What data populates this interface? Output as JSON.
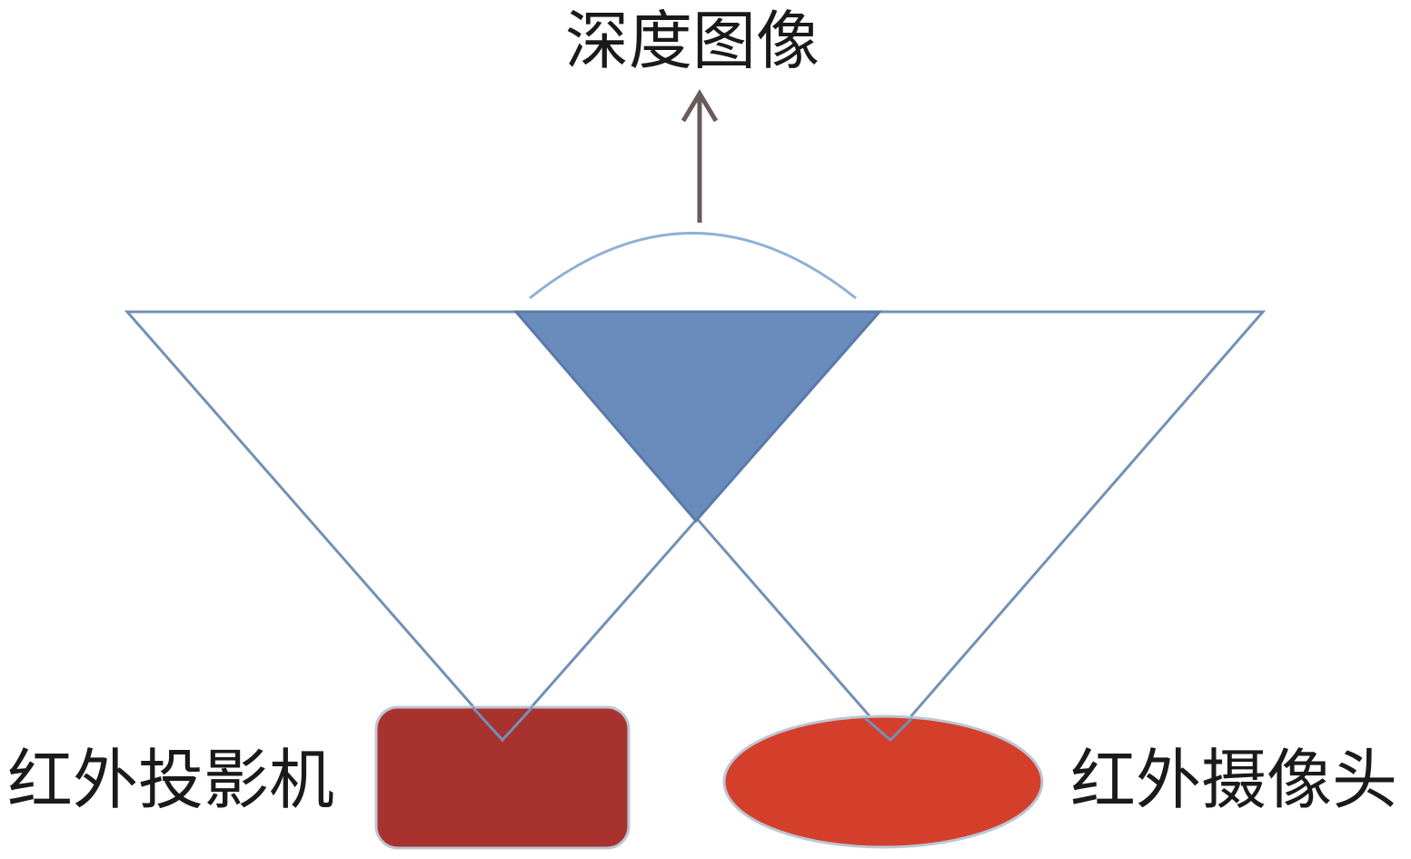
{
  "labels": {
    "output": "深度图像",
    "projector": "红外投影机",
    "camera": "红外摄像头"
  },
  "colors": {
    "projector_fill": "#a8332e",
    "camera_fill": "#d43f2c",
    "overlap_fill": "#6a8cbd",
    "beam_stroke": "#7490b8",
    "arc_stroke": "#8fb0d6",
    "arrow_stroke": "#6b5a5a"
  }
}
